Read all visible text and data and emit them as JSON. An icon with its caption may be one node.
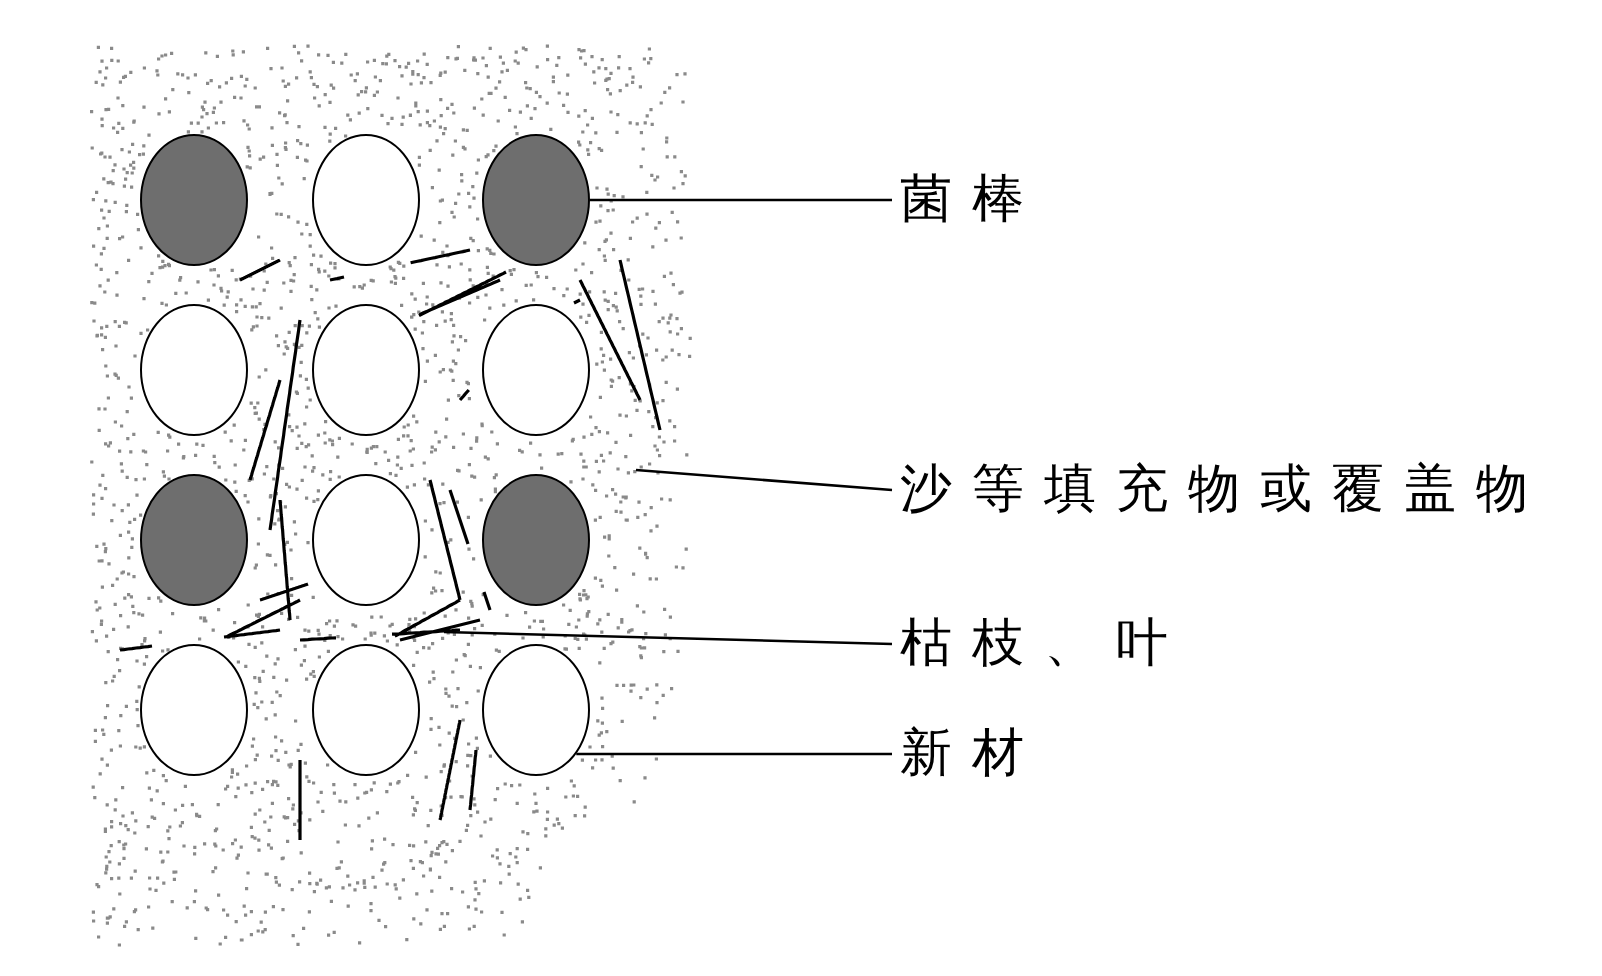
{
  "diagram": {
    "nodes": [
      {
        "text": [],
        "shape": "circle"
      },
      {
        "text": [],
        "shape": "circle"
      },
      {
        "text": [],
        "shape": "circle"
      },
      {
        "text": [],
        "shape": "circle"
      },
      {
        "text": [],
        "shape": "circle"
      },
      {
        "text": [],
        "shape": "circle"
      },
      {
        "text": [],
        "shape": "circle"
      },
      {
        "text": [],
        "shape": "circle"
      },
      {
        "text": [],
        "shape": "circle"
      },
      {
        "text": [],
        "shape": "circle"
      },
      {
        "text": [],
        "shape": "circle"
      },
      {
        "text": [],
        "shape": "circle"
      },
      {
        "text": [
          "菌棒"
        ]
      },
      {
        "text": [
          "沙等填充物或覆盖物"
        ]
      },
      {
        "text": [
          "枯枝、叶"
        ]
      },
      {
        "text": [
          "新材"
        ]
      }
    ],
    "edges": [
      {
        "from": 12,
        "to": 2,
        "arrow": "none"
      },
      {
        "from": 13,
        "to": null,
        "arrow": "none"
      },
      {
        "from": 14,
        "to": null,
        "arrow": "none"
      },
      {
        "from": 15,
        "to": 11,
        "arrow": "none"
      }
    ]
  }
}
